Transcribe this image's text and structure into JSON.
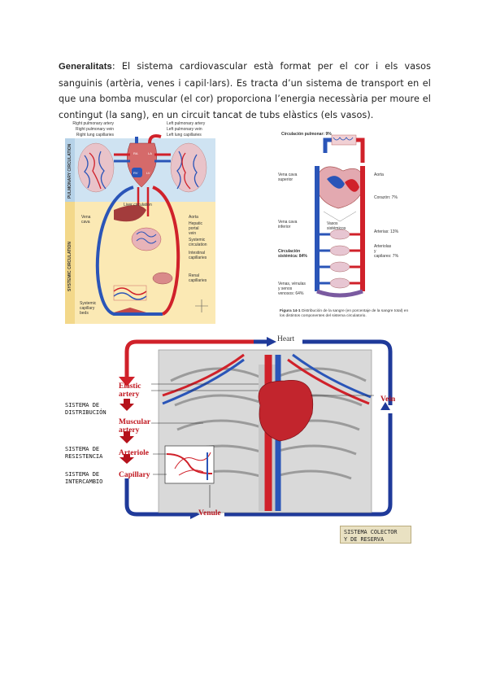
{
  "intro": {
    "term": "Generalitats",
    "text": ": El sistema cardiovascular està format per el cor i els vasos sanguinis (artèria, venes i capil·lars). Es tracta d’un sistema de transport en el que una bomba muscular (el cor) proporciona l’energia necessària per moure el contingut (la sang), en un circuit tancat de tubs elàstics (els vasos)."
  },
  "fig1": {
    "pulmonary_band": "PULMONARY CIRCULATION",
    "systemic_band": "SYSTEMIC CIRCULATION",
    "labels": {
      "right_pulm_artery": "Right pulmonary artery",
      "right_pulm_vein": "Right pulmonary vein",
      "right_lung_caps": "Right lung capillaries",
      "left_pulm_artery": "Left pulmonary artery",
      "left_pulm_vein": "Left pulmonary vein",
      "left_lung_caps": "Left lung capillaries",
      "liver_circ": "Liver circulation",
      "vena_cava": "Vena\ncava",
      "aorta": "Aorta",
      "hepatic_portal": "Hepatic\nportal\nvein",
      "systemic_circ": "Systemic\ncirculation",
      "intestinal": "Intestinal\ncapillaries",
      "renal": "Renal\ncapillaries",
      "systemic_beds": "Systemic\ncapillary\nbeds",
      "ra": "RA",
      "rv": "RV",
      "la": "LA",
      "lv": "LV"
    }
  },
  "fig2": {
    "labels": {
      "pulmonar": "Circulación pulmonar: 9%",
      "vena_sup": "Vena cava\nsuperior",
      "aorta": "Aorta",
      "corazon": "Corazón: 7%",
      "vena_inf": "Vena cava\ninferior",
      "vasos": "Vasos\nsistémicos",
      "arterias": "Arterias: 13%",
      "sistemica": "Circulación\nsistémica: 84%",
      "arteriolas": "Arteriolas\ny\ncapilares: 7%",
      "venas": "Venas, vénulas\ny senos\nvenosos: 64%"
    },
    "caption_bold": "Figura 14-1",
    "caption": "Distribución de la sangre (en porcentaje de la sangre total) en los distintos componentes del sistema circulatorio."
  },
  "fig3": {
    "heart": "Heart",
    "elastic": "Elastic\nartery",
    "muscular": "Muscular\nartery",
    "arteriole": "Arteriole",
    "capillary": "Capillary",
    "venule": "Venule",
    "vein": "Vein",
    "sys_dist": "SISTEMA DE\nDISTRIBUCIÓN",
    "sys_res": "SISTEMA DE\nRESISTENCIA",
    "sys_int": "SISTEMA DE\nINTERCAMBIO",
    "sys_col": "SISTEMA COLECTOR\nY DE RESERVA"
  },
  "colors": {
    "artery": "#d0212a",
    "vein": "#2a55b8",
    "pulm_bg": "#cfe3f2",
    "sys_bg": "#fbe9b4",
    "dark_red": "#b5121b",
    "dark_blue": "#1a2f8a"
  }
}
